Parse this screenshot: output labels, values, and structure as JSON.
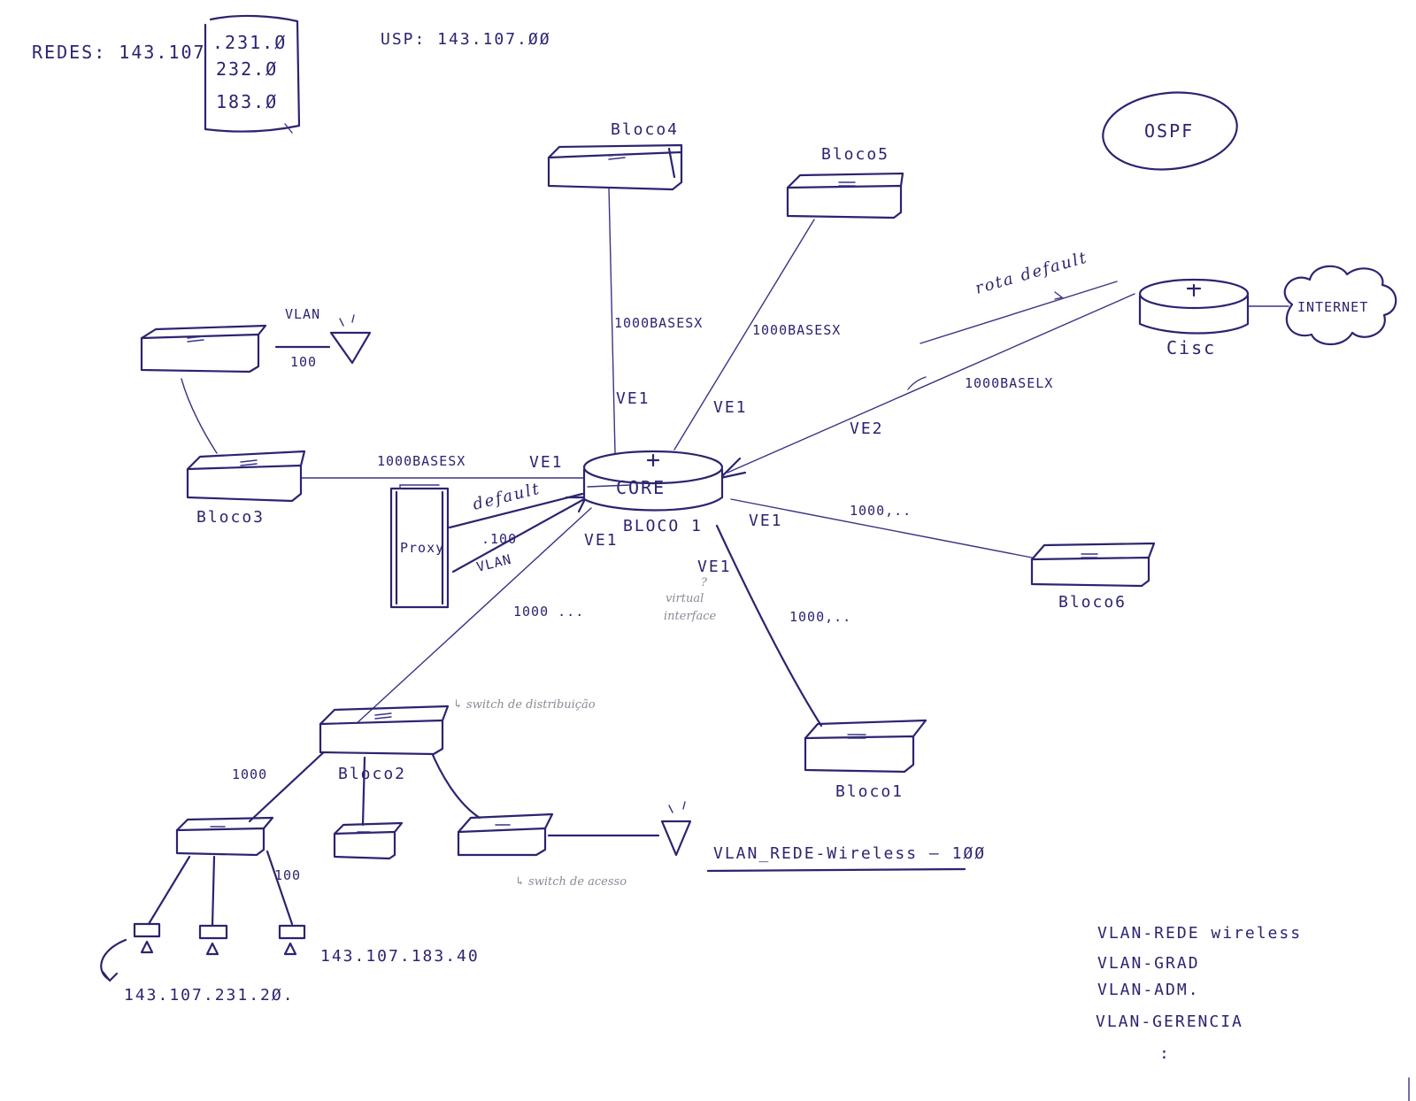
{
  "header": {
    "redes_label": "REDES: 143.107",
    "redes_subnets": [
      ".231.Ø",
      "232.Ø",
      "183.Ø"
    ],
    "usp_label": "USP: 143.107.ØØ"
  },
  "protocol": "OSPF",
  "devices": {
    "core": "CORE",
    "core_bloco": "BLOCO 1",
    "bloco4": "Bloco4",
    "bloco5": "Bloco5",
    "bloco3": "Bloco3",
    "bloco6": "Bloco6",
    "bloco2": "Bloco2",
    "bloco1": "Bloco1",
    "cisco": "Cisc",
    "internet": "INTERNET",
    "proxy": "Proxy"
  },
  "links": {
    "b4_speed": "1000BASESX",
    "b4_ve": "VE1",
    "b5_speed": "1000BASESX",
    "b5_ve": "VE1",
    "cisco_speed": "1000BASELX",
    "cisco_ve": "VE2",
    "rota_default": "rota default",
    "b3_speed": "1000BASESX",
    "b3_ve": "VE1",
    "proxy_default": "default",
    "proxy_100": ".100",
    "proxy_vlan": "VLAN",
    "b2_ve": "VE1",
    "b2_speed": "1000 ...",
    "b1_ve": "VE1",
    "b1_speed": "1000,..",
    "b6_ve": "VE1",
    "b6_speed": "1000,..",
    "virtual_q": "?",
    "virtual_interface_1": "virtual",
    "virtual_interface_2": "interface",
    "vlan_top": "VLAN",
    "vlan_top_num": "100",
    "dist_link": "1000",
    "access_link": "100"
  },
  "notes": {
    "switch_distribuicao": "↳ switch de distribuição",
    "switch_acesso": "↳ switch de acesso",
    "vlan_wireless": "VLAN_REDE-Wireless – 1ØØ",
    "host_ip_right": "143.107.183.40",
    "host_ip_left": "143.107.231.2Ø."
  },
  "vlan_list": [
    "VLAN-REDE wireless",
    "VLAN-GRAD",
    "VLAN-ADM.",
    "VLAN-GERENCIA",
    ":"
  ]
}
